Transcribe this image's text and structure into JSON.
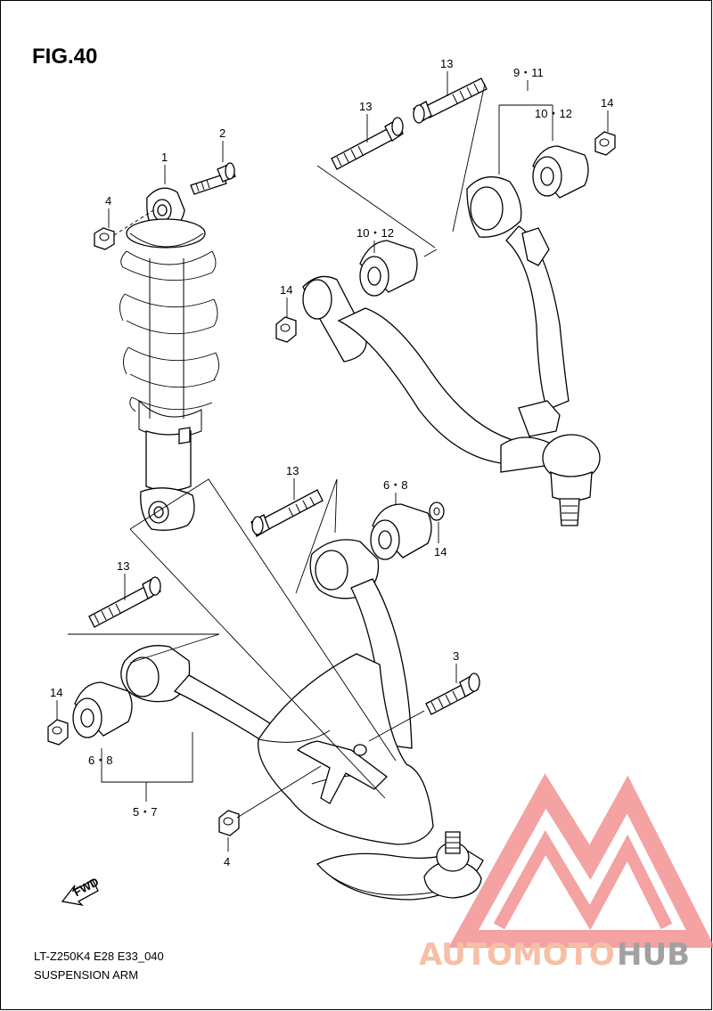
{
  "figure": {
    "title": "FIG.40"
  },
  "labels": {
    "l1": "1",
    "l2": "2",
    "l3": "3",
    "l4a": "4",
    "l4b": "4",
    "l13a": "13",
    "l13b": "13",
    "l13c": "13",
    "l13d": "13",
    "l14a": "14",
    "l14b": "14",
    "l14c": "14",
    "l14d": "14",
    "l9_11": "9・11",
    "l10_12a": "10・12",
    "l10_12b": "10・12",
    "l6_8a": "6・8",
    "l6_8b": "6・8",
    "l5_7": "5・7"
  },
  "fwd_label": "FWD",
  "footer": {
    "code": "LT-Z250K4 E28 E33_040",
    "caption": "SUSPENSION ARM"
  },
  "watermark": {
    "brand_a": "AUTOMOTO",
    "brand_b": "HUB",
    "color_a": "#f6b08f",
    "color_b": "#8a8a8a",
    "logo_color": "#f28b8b"
  }
}
